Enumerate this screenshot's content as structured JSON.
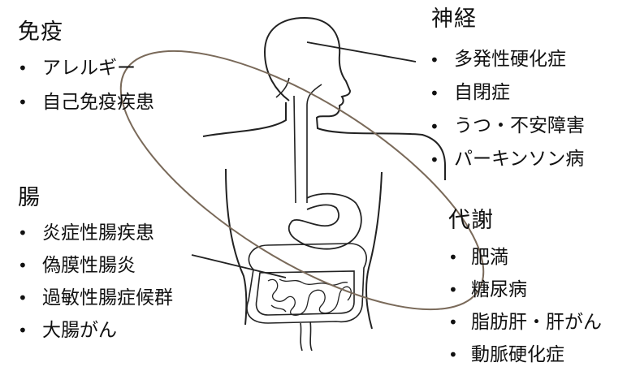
{
  "groups": {
    "immune": {
      "title": "免疫",
      "items": [
        "アレルギー",
        "自己免疫疾患"
      ]
    },
    "nerve": {
      "title": "神経",
      "items": [
        "多発性硬化症",
        "自閉症",
        "うつ・不安障害",
        "パーキンソン病"
      ]
    },
    "gut": {
      "title": "腸",
      "items": [
        "炎症性腸疾患",
        "偽膜性腸炎",
        "過敏性腸症候群",
        "大腸がん"
      ]
    },
    "metabolism": {
      "title": "代謝",
      "items": [
        "肥満",
        "糖尿病",
        "脂肪肝・肝がん",
        "動脈硬化症"
      ]
    }
  },
  "bullet": "•",
  "colors": {
    "outline": "#222222",
    "ellipse": "#7a6a5a",
    "text": "#111111"
  }
}
